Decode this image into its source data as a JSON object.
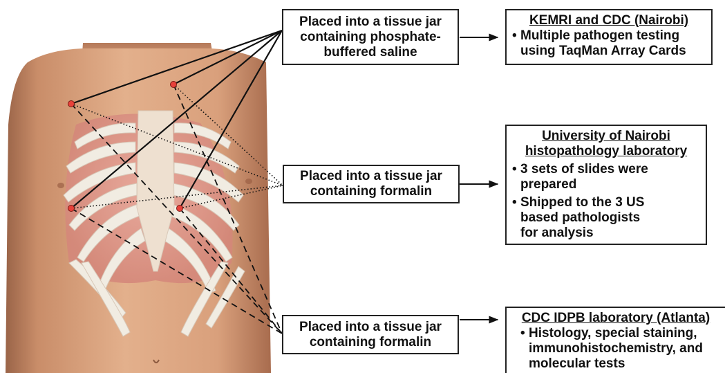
{
  "colors": {
    "skin_light": "#e3b08c",
    "skin_mid": "#c98d69",
    "skin_dark": "#8c5a3f",
    "bone": "#f1ece2",
    "pink": "#e6a8a0",
    "site_marker": "#e8413a",
    "line": "#111111"
  },
  "sites": [
    "site-upper-left",
    "site-upper-right",
    "site-lower-left",
    "site-lower-right"
  ],
  "jars": [
    {
      "id": "jar-pbs",
      "lines": [
        "Placed into a tissue jar",
        "containing phosphate-",
        "buffered saline"
      ],
      "line_style": "solid"
    },
    {
      "id": "jar-formalin-1",
      "lines": [
        "Placed into a tissue jar",
        "containing formalin"
      ],
      "line_style": "dotted"
    },
    {
      "id": "jar-formalin-2",
      "lines": [
        "Placed into a tissue jar",
        "containing formalin"
      ],
      "line_style": "dashed"
    }
  ],
  "destinations": [
    {
      "id": "dest-kemri",
      "title": "KEMRI and CDC (Nairobi)",
      "bullets": [
        "Multiple pathogen testing\nusing TaqMan Array Cards"
      ]
    },
    {
      "id": "dest-nairobi",
      "title_lines": [
        "University of Nairobi",
        "histopathology laboratory"
      ],
      "bullets": [
        "3 sets of slides were\nprepared",
        "Shipped to the 3 US\n based pathologists\n for analysis"
      ]
    },
    {
      "id": "dest-cdc-idpb",
      "title": "CDC IDPB laboratory (Atlanta)",
      "bullets": [
        "Histology, special staining,\nimmunohistochemistry, and\nmolecular tests"
      ]
    }
  ],
  "bullet_char": "•"
}
